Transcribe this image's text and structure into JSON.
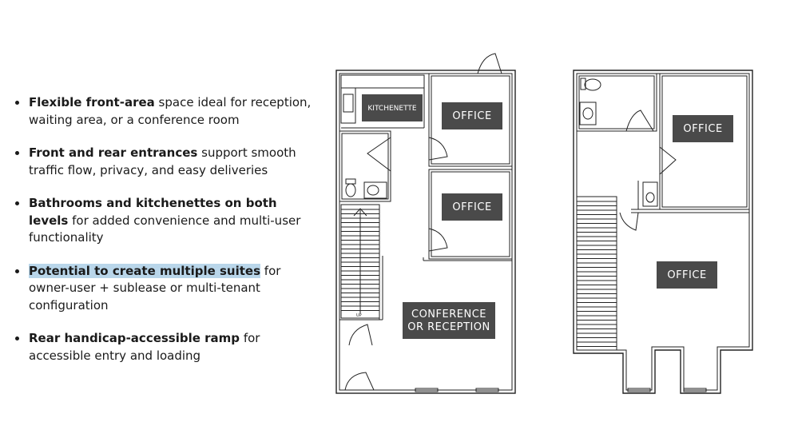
{
  "bullets": [
    {
      "bold": "Flexible front-area",
      "rest": " space ideal for reception, waiting area, or a conference room",
      "highlight": false
    },
    {
      "bold": "Front and rear entrances",
      "rest": " support smooth traffic flow, privacy, and easy deliveries",
      "highlight": false
    },
    {
      "bold": "Bathrooms and kitchenettes on both levels",
      "rest": " for added convenience and multi-user functionality",
      "highlight": false
    },
    {
      "bold": "Potential to create multiple suites",
      "rest": " for owner-user + sublease or multi-tenant configuration",
      "highlight": true
    },
    {
      "bold": "Rear handicap-accessible ramp",
      "rest": " for accessible entry and loading",
      "highlight": false
    }
  ],
  "plan_left": {
    "kitchenette": "KITCHENETTE",
    "office_top": "OFFICE",
    "office_middle": "OFFICE",
    "conference_line1": "CONFERENCE",
    "conference_line2": "OR RECEPTION",
    "stair_label": "UP"
  },
  "plan_right": {
    "office_top": "OFFICE",
    "office_bottom": "OFFICE"
  },
  "colors": {
    "label_fill": "#4a4a4a",
    "highlight": "#b9d6ea"
  }
}
